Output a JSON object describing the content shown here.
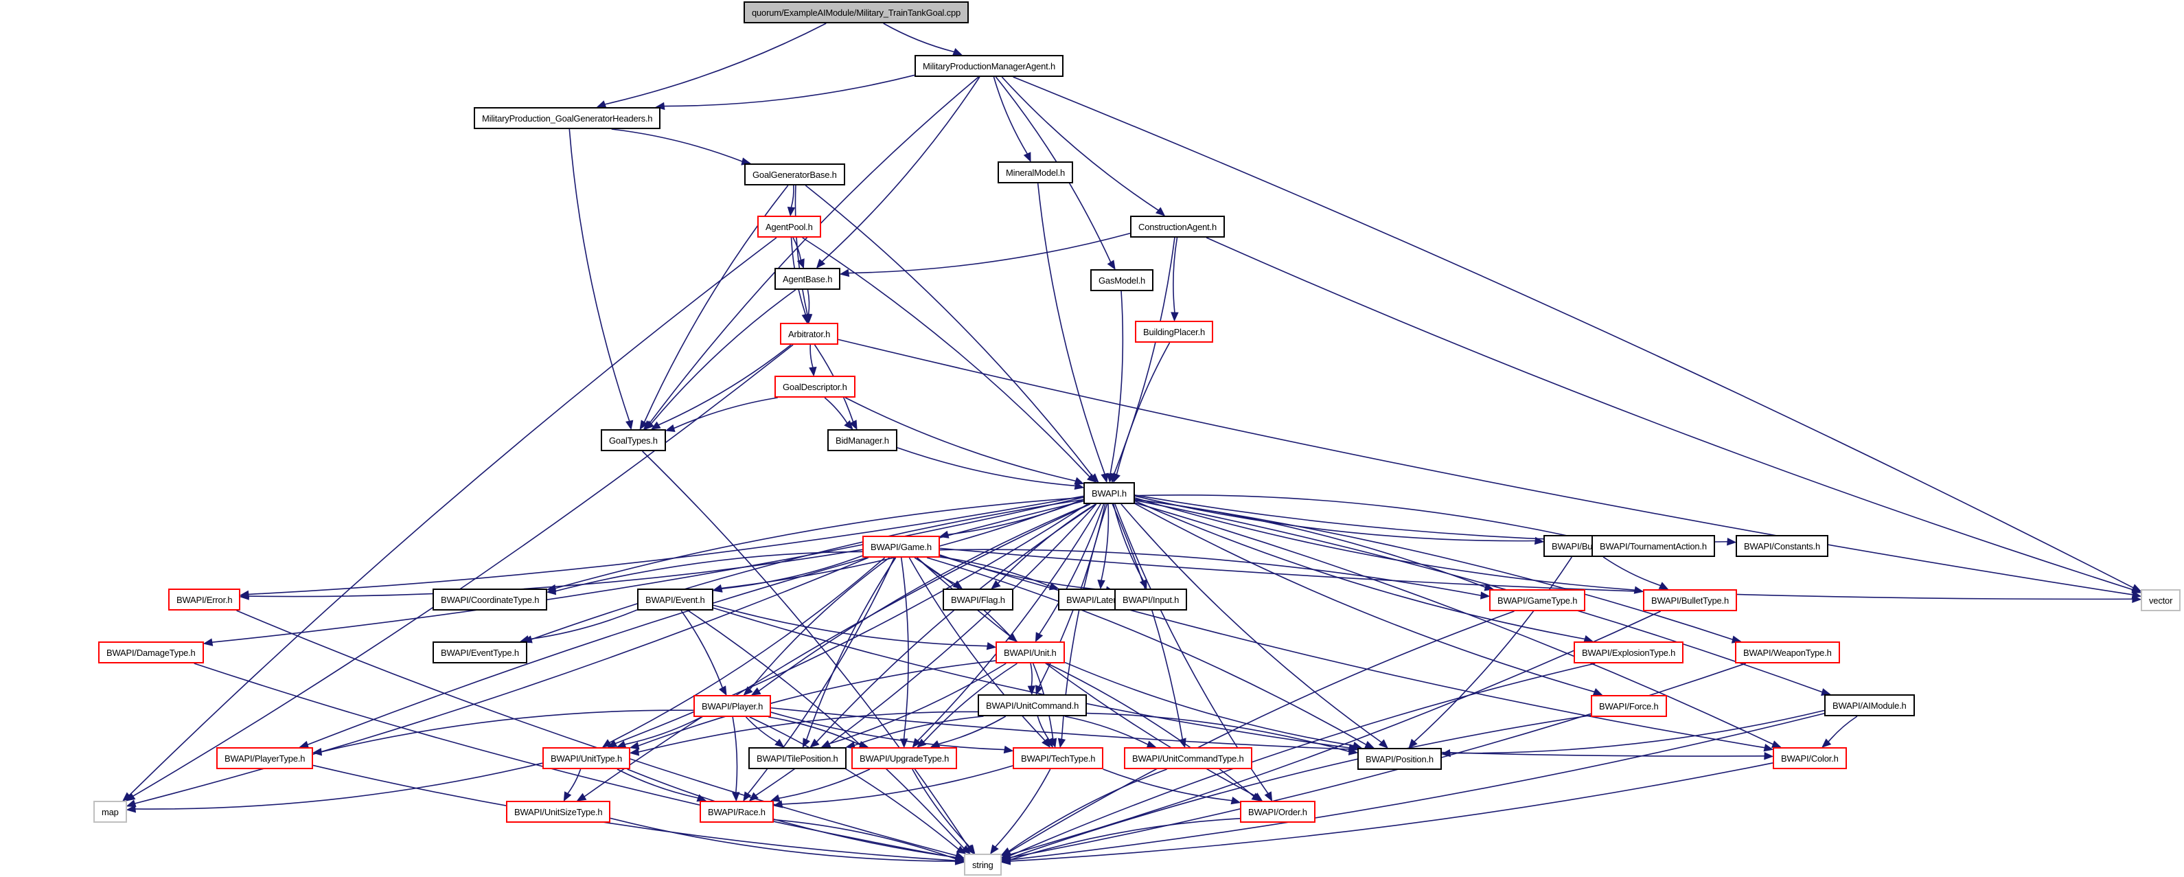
{
  "title": "quorum/ExampleAIModule/Military_TrainTankGoal.cpp include dependency graph",
  "colors": {
    "edge": "#191970",
    "root_fill": "#bfbfbf",
    "documented_border": "#000000",
    "incomplete_border": "#ff0000",
    "external_border": "#bfbfbf"
  },
  "nodes": [
    {
      "id": "root",
      "label": "quorum/ExampleAIModule/Military_TrainTankGoal.cpp",
      "kind": "root"
    },
    {
      "id": "mpma",
      "label": "MilitaryProductionManagerAgent.h",
      "kind": "black"
    },
    {
      "id": "mpggh",
      "label": "MilitaryProduction_GoalGeneratorHeaders.h",
      "kind": "black"
    },
    {
      "id": "ggb",
      "label": "GoalGeneratorBase.h",
      "kind": "black"
    },
    {
      "id": "mineral",
      "label": "MineralModel.h",
      "kind": "black"
    },
    {
      "id": "construction",
      "label": "ConstructionAgent.h",
      "kind": "black"
    },
    {
      "id": "agentpool",
      "label": "AgentPool.h",
      "kind": "red"
    },
    {
      "id": "agentbase",
      "label": "AgentBase.h",
      "kind": "black"
    },
    {
      "id": "gas",
      "label": "GasModel.h",
      "kind": "black"
    },
    {
      "id": "buildingplacer",
      "label": "BuildingPlacer.h",
      "kind": "red"
    },
    {
      "id": "arbitrator",
      "label": "Arbitrator.h",
      "kind": "red"
    },
    {
      "id": "goaldesc",
      "label": "GoalDescriptor.h",
      "kind": "red"
    },
    {
      "id": "goaltypes",
      "label": "GoalTypes.h",
      "kind": "black"
    },
    {
      "id": "bidmanager",
      "label": "BidManager.h",
      "kind": "black"
    },
    {
      "id": "bwapi",
      "label": "BWAPI.h",
      "kind": "black"
    },
    {
      "id": "game",
      "label": "BWAPI/Game.h",
      "kind": "red"
    },
    {
      "id": "bullet",
      "label": "BWAPI/Bullet.h",
      "kind": "black"
    },
    {
      "id": "tournament",
      "label": "BWAPI/TournamentAction.h",
      "kind": "black"
    },
    {
      "id": "constants",
      "label": "BWAPI/Constants.h",
      "kind": "black"
    },
    {
      "id": "error",
      "label": "BWAPI/Error.h",
      "kind": "red"
    },
    {
      "id": "coordtype",
      "label": "BWAPI/CoordinateType.h",
      "kind": "black"
    },
    {
      "id": "event",
      "label": "BWAPI/Event.h",
      "kind": "black"
    },
    {
      "id": "flag",
      "label": "BWAPI/Flag.h",
      "kind": "black"
    },
    {
      "id": "latency",
      "label": "BWAPI/Latency.h",
      "kind": "black"
    },
    {
      "id": "input",
      "label": "BWAPI/Input.h",
      "kind": "black"
    },
    {
      "id": "gametype",
      "label": "BWAPI/GameType.h",
      "kind": "red"
    },
    {
      "id": "bullettype",
      "label": "BWAPI/BulletType.h",
      "kind": "red"
    },
    {
      "id": "vector",
      "label": "vector",
      "kind": "gray"
    },
    {
      "id": "damagetype",
      "label": "BWAPI/DamageType.h",
      "kind": "red"
    },
    {
      "id": "eventtype",
      "label": "BWAPI/EventType.h",
      "kind": "black"
    },
    {
      "id": "unit",
      "label": "BWAPI/Unit.h",
      "kind": "red"
    },
    {
      "id": "explosion",
      "label": "BWAPI/ExplosionType.h",
      "kind": "red"
    },
    {
      "id": "weapontype",
      "label": "BWAPI/WeaponType.h",
      "kind": "red"
    },
    {
      "id": "player",
      "label": "BWAPI/Player.h",
      "kind": "red"
    },
    {
      "id": "unitcommand",
      "label": "BWAPI/UnitCommand.h",
      "kind": "black"
    },
    {
      "id": "force",
      "label": "BWAPI/Force.h",
      "kind": "red"
    },
    {
      "id": "aimodule",
      "label": "BWAPI/AIModule.h",
      "kind": "black"
    },
    {
      "id": "playertype",
      "label": "BWAPI/PlayerType.h",
      "kind": "red"
    },
    {
      "id": "unittype",
      "label": "BWAPI/UnitType.h",
      "kind": "red"
    },
    {
      "id": "tilepos",
      "label": "BWAPI/TilePosition.h",
      "kind": "black"
    },
    {
      "id": "upgradetype",
      "label": "BWAPI/UpgradeType.h",
      "kind": "red"
    },
    {
      "id": "techtype",
      "label": "BWAPI/TechType.h",
      "kind": "red"
    },
    {
      "id": "unitcmdtype",
      "label": "BWAPI/UnitCommandType.h",
      "kind": "red"
    },
    {
      "id": "position",
      "label": "BWAPI/Position.h",
      "kind": "black"
    },
    {
      "id": "color",
      "label": "BWAPI/Color.h",
      "kind": "red"
    },
    {
      "id": "map",
      "label": "map",
      "kind": "gray"
    },
    {
      "id": "unitsize",
      "label": "BWAPI/UnitSizeType.h",
      "kind": "red"
    },
    {
      "id": "race",
      "label": "BWAPI/Race.h",
      "kind": "red"
    },
    {
      "id": "order",
      "label": "BWAPI/Order.h",
      "kind": "red"
    },
    {
      "id": "string",
      "label": "string",
      "kind": "gray"
    }
  ],
  "edges": [
    [
      "root",
      "mpggh"
    ],
    [
      "root",
      "mpma"
    ],
    [
      "mpma",
      "mpggh"
    ],
    [
      "mpma",
      "goaltypes"
    ],
    [
      "mpma",
      "agentbase"
    ],
    [
      "mpma",
      "mineral"
    ],
    [
      "mpma",
      "gas"
    ],
    [
      "mpma",
      "construction"
    ],
    [
      "mpma",
      "vector"
    ],
    [
      "mpggh",
      "goaltypes"
    ],
    [
      "mpggh",
      "ggb"
    ],
    [
      "ggb",
      "goaltypes"
    ],
    [
      "ggb",
      "agentpool"
    ],
    [
      "ggb",
      "arbitrator"
    ],
    [
      "ggb",
      "bwapi"
    ],
    [
      "mineral",
      "bwapi"
    ],
    [
      "construction",
      "agentbase"
    ],
    [
      "construction",
      "buildingplacer"
    ],
    [
      "construction",
      "bwapi"
    ],
    [
      "construction",
      "vector"
    ],
    [
      "agentpool",
      "agentbase"
    ],
    [
      "agentpool",
      "arbitrator"
    ],
    [
      "agentpool",
      "bwapi"
    ],
    [
      "agentpool",
      "map"
    ],
    [
      "agentbase",
      "arbitrator"
    ],
    [
      "agentbase",
      "goaltypes"
    ],
    [
      "gas",
      "bwapi"
    ],
    [
      "buildingplacer",
      "bwapi"
    ],
    [
      "arbitrator",
      "goaltypes"
    ],
    [
      "arbitrator",
      "goaldesc"
    ],
    [
      "arbitrator",
      "bidmanager"
    ],
    [
      "arbitrator",
      "vector"
    ],
    [
      "arbitrator",
      "map"
    ],
    [
      "goaldesc",
      "goaltypes"
    ],
    [
      "goaldesc",
      "bidmanager"
    ],
    [
      "goaldesc",
      "bwapi"
    ],
    [
      "goaltypes",
      "string"
    ],
    [
      "bidmanager",
      "bwapi"
    ],
    [
      "bwapi",
      "game"
    ],
    [
      "bwapi",
      "bullet"
    ],
    [
      "bwapi",
      "tournament"
    ],
    [
      "bwapi",
      "constants"
    ],
    [
      "bwapi",
      "error"
    ],
    [
      "bwapi",
      "coordtype"
    ],
    [
      "bwapi",
      "event"
    ],
    [
      "bwapi",
      "flag"
    ],
    [
      "bwapi",
      "latency"
    ],
    [
      "bwapi",
      "input"
    ],
    [
      "bwapi",
      "gametype"
    ],
    [
      "bwapi",
      "bullettype"
    ],
    [
      "bwapi",
      "damagetype"
    ],
    [
      "bwapi",
      "eventtype"
    ],
    [
      "bwapi",
      "unit"
    ],
    [
      "bwapi",
      "explosion"
    ],
    [
      "bwapi",
      "weapontype"
    ],
    [
      "bwapi",
      "player"
    ],
    [
      "bwapi",
      "unitcommand"
    ],
    [
      "bwapi",
      "force"
    ],
    [
      "bwapi",
      "aimodule"
    ],
    [
      "bwapi",
      "playertype"
    ],
    [
      "bwapi",
      "unittype"
    ],
    [
      "bwapi",
      "tilepos"
    ],
    [
      "bwapi",
      "upgradetype"
    ],
    [
      "bwapi",
      "techtype"
    ],
    [
      "bwapi",
      "unitcmdtype"
    ],
    [
      "bwapi",
      "position"
    ],
    [
      "bwapi",
      "color"
    ],
    [
      "bwapi",
      "unitsize"
    ],
    [
      "bwapi",
      "race"
    ],
    [
      "bwapi",
      "order"
    ],
    [
      "game",
      "error"
    ],
    [
      "game",
      "coordtype"
    ],
    [
      "game",
      "event"
    ],
    [
      "game",
      "flag"
    ],
    [
      "game",
      "latency"
    ],
    [
      "game",
      "input"
    ],
    [
      "game",
      "gametype"
    ],
    [
      "game",
      "vector"
    ],
    [
      "game",
      "unit"
    ],
    [
      "game",
      "player"
    ],
    [
      "game",
      "unittype"
    ],
    [
      "game",
      "tilepos"
    ],
    [
      "game",
      "upgradetype"
    ],
    [
      "game",
      "techtype"
    ],
    [
      "game",
      "position"
    ],
    [
      "game",
      "color"
    ],
    [
      "game",
      "race"
    ],
    [
      "game",
      "order"
    ],
    [
      "game",
      "map"
    ],
    [
      "bullet",
      "bullettype"
    ],
    [
      "bullet",
      "position"
    ],
    [
      "error",
      "string"
    ],
    [
      "event",
      "eventtype"
    ],
    [
      "event",
      "unit"
    ],
    [
      "event",
      "player"
    ],
    [
      "event",
      "position"
    ],
    [
      "event",
      "string"
    ],
    [
      "gametype",
      "string"
    ],
    [
      "bullettype",
      "string"
    ],
    [
      "damagetype",
      "string"
    ],
    [
      "unit",
      "unitcommand"
    ],
    [
      "unit",
      "unittype"
    ],
    [
      "unit",
      "tilepos"
    ],
    [
      "unit",
      "upgradetype"
    ],
    [
      "unit",
      "techtype"
    ],
    [
      "unit",
      "position"
    ],
    [
      "unit",
      "order"
    ],
    [
      "explosion",
      "string"
    ],
    [
      "weapontype",
      "string"
    ],
    [
      "player",
      "playertype"
    ],
    [
      "player",
      "unittype"
    ],
    [
      "player",
      "tilepos"
    ],
    [
      "player",
      "upgradetype"
    ],
    [
      "player",
      "techtype"
    ],
    [
      "player",
      "race"
    ],
    [
      "player",
      "color"
    ],
    [
      "player",
      "string"
    ],
    [
      "unitcommand",
      "unittype"
    ],
    [
      "unitcommand",
      "upgradetype"
    ],
    [
      "unitcommand",
      "techtype"
    ],
    [
      "unitcommand",
      "unitcmdtype"
    ],
    [
      "unitcommand",
      "tilepos"
    ],
    [
      "unitcommand",
      "position"
    ],
    [
      "force",
      "string"
    ],
    [
      "aimodule",
      "position"
    ],
    [
      "aimodule",
      "color"
    ],
    [
      "aimodule",
      "string"
    ],
    [
      "playertype",
      "string"
    ],
    [
      "unittype",
      "unitsize"
    ],
    [
      "unittype",
      "race"
    ],
    [
      "unittype",
      "map"
    ],
    [
      "unittype",
      "string"
    ],
    [
      "upgradetype",
      "race"
    ],
    [
      "upgradetype",
      "string"
    ],
    [
      "techtype",
      "race"
    ],
    [
      "techtype",
      "order"
    ],
    [
      "techtype",
      "string"
    ],
    [
      "unitcmdtype",
      "string"
    ],
    [
      "color",
      "string"
    ],
    [
      "unitsize",
      "string"
    ],
    [
      "race",
      "string"
    ],
    [
      "order",
      "string"
    ]
  ]
}
